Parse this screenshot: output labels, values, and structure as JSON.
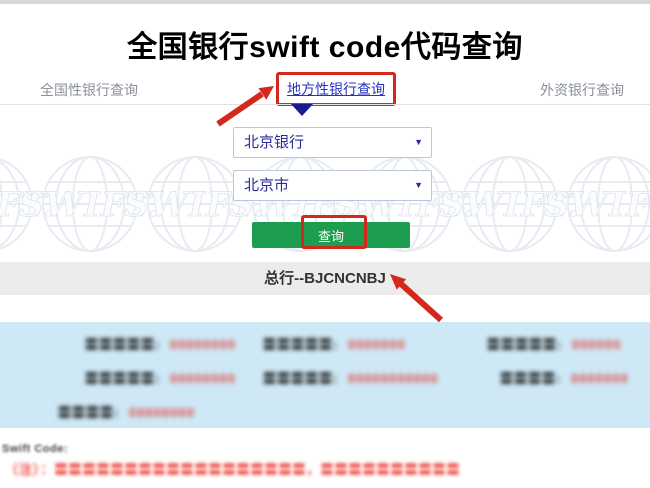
{
  "page": {
    "title": "全国银行swift code代码查询"
  },
  "tabs": [
    {
      "label": "全国性银行查询"
    },
    {
      "label": "地方性银行查询"
    },
    {
      "label": "外资银行查询"
    }
  ],
  "form": {
    "bank_select_value": "北京银行",
    "city_select_value": "北京市",
    "dropdown_arrow": "▼",
    "query_button_label": "查询"
  },
  "watermark": {
    "text": "SWIFT."
  },
  "result": {
    "headline": "总行--BJCNCNBJ"
  },
  "details_panel": {
    "entries": [
      {
        "label": "〓〓〓〓〓:",
        "value": "00000000"
      },
      {
        "label": "〓〓〓〓〓:",
        "value": "0000000"
      },
      {
        "label": "〓〓〓〓〓:",
        "value": "000000"
      },
      {
        "label": "〓〓〓〓〓:",
        "value": "00000000"
      },
      {
        "label": "〓〓〓〓〓:",
        "value": "00000000000"
      },
      {
        "label": "〓〓〓〓:",
        "value": "0000000"
      },
      {
        "label": "〓〓〓〓:",
        "value": "00000000"
      }
    ]
  },
  "footnote": {
    "code_label": "Swift Code:",
    "note_prefix": "（注）：",
    "note_body": "〓〓〓〓〓〓〓〓〓〓〓〓〓〓〓〓〓〓，〓〓〓〓〓〓〓〓〓〓"
  },
  "colors": {
    "annotation_red": "#d5281c",
    "button_green": "#1d9d4f",
    "link_blue": "#2433c0",
    "navy_pointer": "#1a1a94",
    "panel_blue": "#cee8f5",
    "result_bar_gray": "#ececec"
  }
}
